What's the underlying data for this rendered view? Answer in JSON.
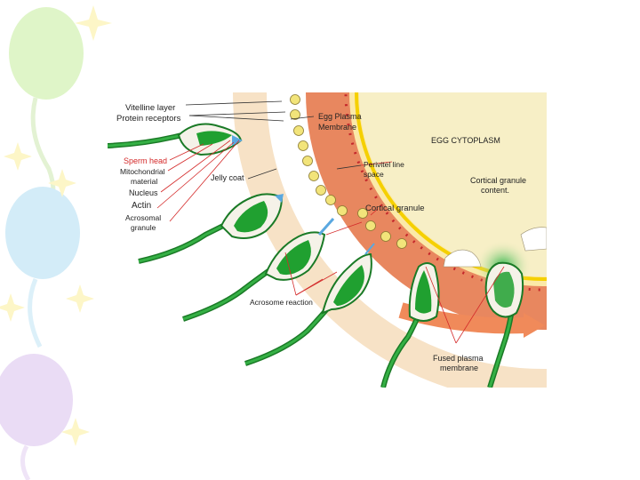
{
  "diagram": {
    "labels": {
      "vitelline_layer": "Vitelline layer",
      "protein_receptors": "Protein receptors",
      "sperm_head": "Sperm head",
      "mitochondrial_line1": "Mitochondrial",
      "mitochondrial_line2": "material",
      "nucleus": "Nucleus",
      "actin": "Actin",
      "acrosomal_line1": "Acrosomal",
      "acrosomal_line2": "granule",
      "jelly_coat": "Jelly coat",
      "egg_plasma_line1": "Egg Plasma",
      "egg_plasma_line2": "Membrane",
      "egg_cytoplasm": "EGG CYTOPLASM",
      "perivitelline_line1": "Perivitel line",
      "perivitelline_line2": "space",
      "cortical_granule": "Cortical granule",
      "cortical_content_line1": "Cortical granule",
      "cortical_content_line2": "content.",
      "acrosome_reaction": "Acrosome reaction",
      "fused_line1": "Fused plasma",
      "fused_line2": "membrane"
    },
    "colors": {
      "jelly_coat": "#e8875f",
      "cytoplasm": "#f7efc6",
      "membrane": "#f5d000",
      "sperm": "#20a030",
      "label_red": "#d42a2a"
    }
  }
}
